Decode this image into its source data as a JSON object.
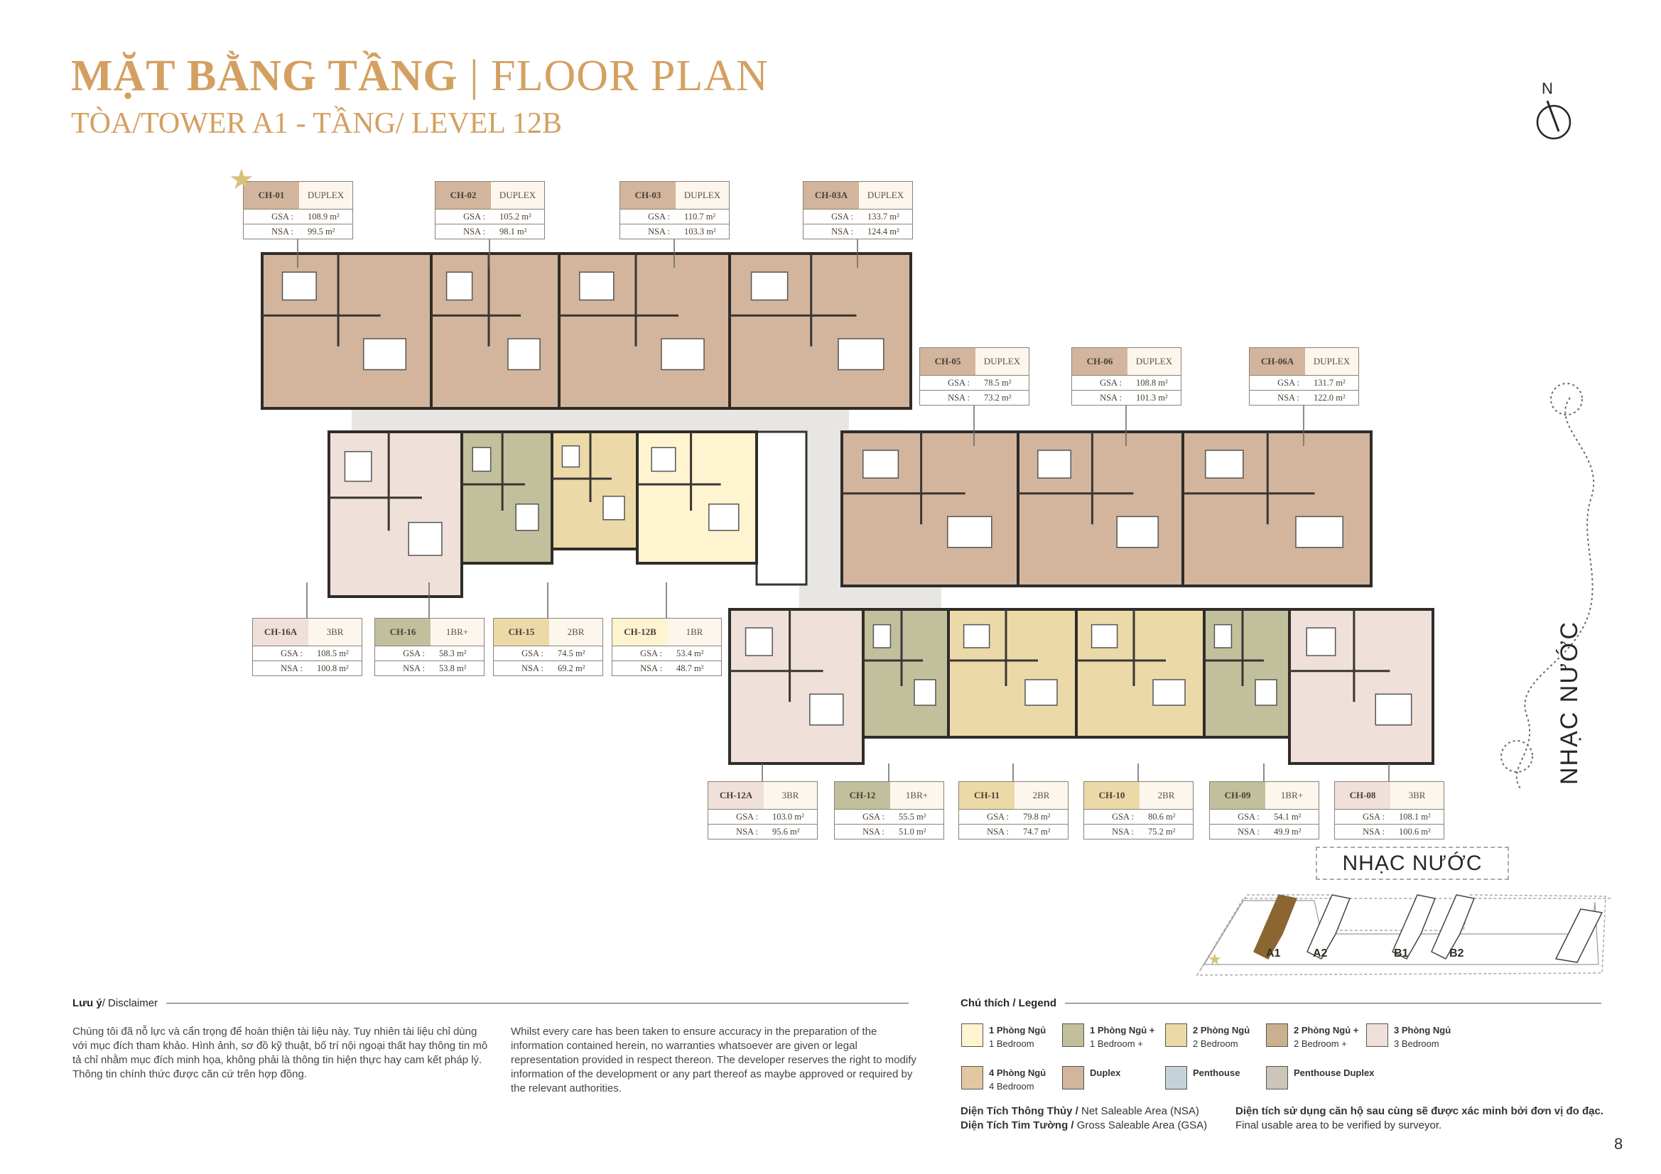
{
  "header": {
    "title_vi": "MẶT BẰNG TẦNG",
    "title_sep": "|",
    "title_en": "FLOOR PLAN",
    "subtitle": "TÒA/TOWER A1 - TẦNG/ LEVEL 12B"
  },
  "compass": {
    "label": "N",
    "icon": "north-arrow-icon"
  },
  "type_colors": {
    "1BR": "#fff4d0",
    "1BR+": "#c2bf9c",
    "2BR": "#ecd9a8",
    "2BR+": "#c9b08e",
    "3BR": "#efe1da",
    "4BR": "#e2c7a2",
    "DUPLEX": "#d2b59c",
    "PENTHOUSE": "#c5d3d8",
    "PENTHOUSE DUPLEX": "#cbc6b9"
  },
  "units": [
    {
      "id": "CH-01",
      "type": "DUPLEX",
      "gsa_label": "GSA :",
      "gsa": "108.9 m²",
      "nsa_label": "NSA :",
      "nsa": "99.5 m²",
      "featured": true
    },
    {
      "id": "CH-02",
      "type": "DUPLEX",
      "gsa_label": "GSA :",
      "gsa": "105.2 m²",
      "nsa_label": "NSA :",
      "nsa": "98.1 m²"
    },
    {
      "id": "CH-03",
      "type": "DUPLEX",
      "gsa_label": "GSA :",
      "gsa": "110.7 m²",
      "nsa_label": "NSA :",
      "nsa": "103.3 m²"
    },
    {
      "id": "CH-03A",
      "type": "DUPLEX",
      "gsa_label": "GSA :",
      "gsa": "133.7 m²",
      "nsa_label": "NSA :",
      "nsa": "124.4 m²"
    },
    {
      "id": "CH-05",
      "type": "DUPLEX",
      "gsa_label": "GSA :",
      "gsa": "78.5 m²",
      "nsa_label": "NSA :",
      "nsa": "73.2 m²"
    },
    {
      "id": "CH-06",
      "type": "DUPLEX",
      "gsa_label": "GSA :",
      "gsa": "108.8 m²",
      "nsa_label": "NSA :",
      "nsa": "101.3 m²"
    },
    {
      "id": "CH-06A",
      "type": "DUPLEX",
      "gsa_label": "GSA :",
      "gsa": "131.7 m²",
      "nsa_label": "NSA :",
      "nsa": "122.0 m²"
    },
    {
      "id": "CH-16A",
      "type": "3BR",
      "gsa_label": "GSA :",
      "gsa": "108.5 m²",
      "nsa_label": "NSA :",
      "nsa": "100.8 m²"
    },
    {
      "id": "CH-16",
      "type": "1BR+",
      "gsa_label": "GSA :",
      "gsa": "58.3 m²",
      "nsa_label": "NSA :",
      "nsa": "53.8 m²"
    },
    {
      "id": "CH-15",
      "type": "2BR",
      "gsa_label": "GSA :",
      "gsa": "74.5 m²",
      "nsa_label": "NSA :",
      "nsa": "69.2 m²"
    },
    {
      "id": "CH-12B",
      "type": "1BR",
      "gsa_label": "GSA :",
      "gsa": "53.4 m²",
      "nsa_label": "NSA :",
      "nsa": "48.7 m²"
    },
    {
      "id": "CH-12A",
      "type": "3BR",
      "gsa_label": "GSA :",
      "gsa": "103.0 m²",
      "nsa_label": "NSA :",
      "nsa": "95.6 m²"
    },
    {
      "id": "CH-12",
      "type": "1BR+",
      "gsa_label": "GSA :",
      "gsa": "55.5 m²",
      "nsa_label": "NSA :",
      "nsa": "51.0 m²"
    },
    {
      "id": "CH-11",
      "type": "2BR",
      "gsa_label": "GSA :",
      "gsa": "79.8 m²",
      "nsa_label": "NSA :",
      "nsa": "74.7 m²"
    },
    {
      "id": "CH-10",
      "type": "2BR",
      "gsa_label": "GSA :",
      "gsa": "80.6 m²",
      "nsa_label": "NSA :",
      "nsa": "75.2 m²"
    },
    {
      "id": "CH-09",
      "type": "1BR+",
      "gsa_label": "GSA :",
      "gsa": "54.1 m²",
      "nsa_label": "NSA :",
      "nsa": "49.9 m²"
    },
    {
      "id": "CH-08",
      "type": "3BR",
      "gsa_label": "GSA :",
      "gsa": "108.1 m²",
      "nsa_label": "NSA :",
      "nsa": "100.6 m²"
    }
  ],
  "side_label": "NHẠC NƯỚC",
  "key_plan": {
    "label": "NHẠC NƯỚC",
    "towers": [
      "A1",
      "A2",
      "B1",
      "B2"
    ],
    "highlighted": "A1",
    "highlight_color": "#8b6631"
  },
  "disclaimer": {
    "heading_vi": "Lưu ý",
    "heading_en": "/ Disclaimer",
    "text_vi": "Chúng tôi đã nỗ lực và cẩn trọng để hoàn thiện tài liệu này. Tuy nhiên tài liệu chỉ dùng với mục đích tham khảo. Hình ảnh, sơ đồ kỹ thuật, bố trí nội ngoại thất hay thông tin mô tả chỉ nhằm mục đích minh họa, không phải là thông tin hiện thực hay cam kết pháp lý. Thông tin chính thức được căn cứ trên hợp đồng.",
    "text_en": "Whilst every care has been taken to ensure accuracy in the preparation of the information contained herein, no warranties whatsoever are given or legal representation provided in respect thereon. The developer reserves the right to modify information of the development or any part thereof as maybe approved or required by the relevant authorities."
  },
  "legend": {
    "heading": "Chú thích / Legend",
    "items": [
      {
        "vi": "1 Phòng Ngủ",
        "en": "1 Bedroom",
        "color": "#fff4d0"
      },
      {
        "vi": "1 Phòng Ngủ +",
        "en": "1 Bedroom +",
        "color": "#c2bf9c"
      },
      {
        "vi": "2 Phòng Ngủ",
        "en": "2 Bedroom",
        "color": "#ecd9a8"
      },
      {
        "vi": "2 Phòng Ngủ +",
        "en": "2 Bedroom +",
        "color": "#c9b08e"
      },
      {
        "vi": "3 Phòng Ngủ",
        "en": "3 Bedroom",
        "color": "#efe1da"
      },
      {
        "vi": "4 Phòng Ngủ",
        "en": "4 Bedroom",
        "color": "#e2c7a2"
      },
      {
        "vi": "Duplex",
        "en": "",
        "color": "#d2b59c"
      },
      {
        "vi": "Penthouse",
        "en": "",
        "color": "#c5d3d8"
      },
      {
        "vi": "Penthouse Duplex",
        "en": "",
        "color": "#cbc6b9"
      }
    ]
  },
  "notes": {
    "nsa_vi": "Diện Tích Thông Thủy /",
    "nsa_en": " Net Saleable Area (NSA)",
    "gsa_vi": "Diện Tích Tim Tường /",
    "gsa_en": " Gross Saleable Area (GSA)",
    "final_vi": "Diện tích sử dụng căn hộ sau cùng sẽ được xác minh bởi đơn vị đo đạc.",
    "final_en": "Final usable area to be verified by surveyor."
  },
  "page_number": "8"
}
